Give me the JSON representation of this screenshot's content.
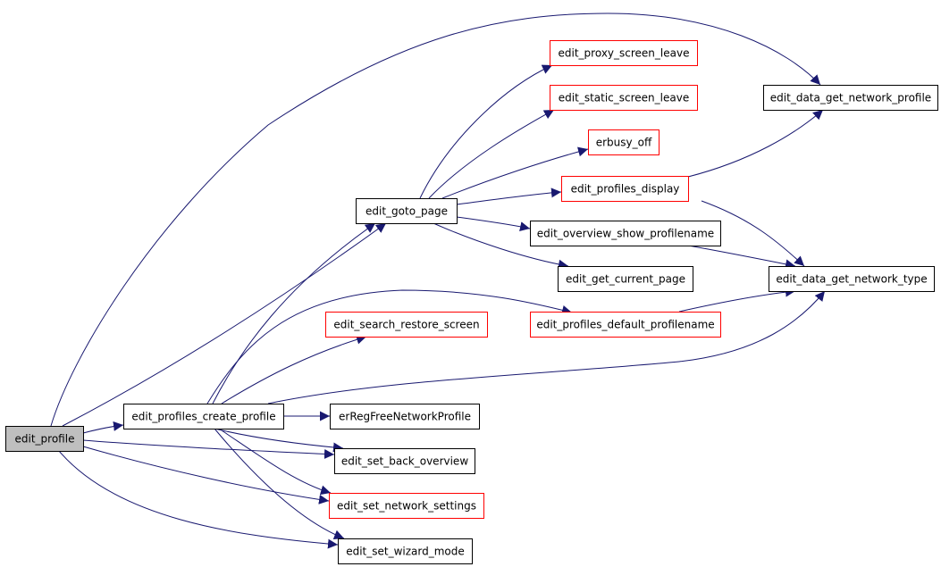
{
  "graph": {
    "type": "call-graph",
    "colors": {
      "edge": "#191970",
      "node_border_default": "#000000",
      "node_border_incomplete": "#ff0000",
      "node_fill_default": "#ffffff",
      "node_fill_root": "#bfbfbf"
    },
    "nodes": [
      {
        "id": "edit_profile",
        "label": "edit_profile",
        "style": "root"
      },
      {
        "id": "edit_profiles_create_profile",
        "label": "edit_profiles_create_profile",
        "style": "normal"
      },
      {
        "id": "edit_goto_page",
        "label": "edit_goto_page",
        "style": "normal"
      },
      {
        "id": "edit_proxy_screen_leave",
        "label": "edit_proxy_screen_leave",
        "style": "incomplete"
      },
      {
        "id": "edit_static_screen_leave",
        "label": "edit_static_screen_leave",
        "style": "incomplete"
      },
      {
        "id": "erbusy_off",
        "label": "erbusy_off",
        "style": "incomplete"
      },
      {
        "id": "edit_profiles_display",
        "label": "edit_profiles_display",
        "style": "incomplete"
      },
      {
        "id": "edit_overview_show_profilename",
        "label": "edit_overview_show_profilename",
        "style": "normal"
      },
      {
        "id": "edit_get_current_page",
        "label": "edit_get_current_page",
        "style": "normal"
      },
      {
        "id": "edit_data_get_network_profile",
        "label": "edit_data_get_network_profile",
        "style": "normal"
      },
      {
        "id": "edit_data_get_network_type",
        "label": "edit_data_get_network_type",
        "style": "normal"
      },
      {
        "id": "edit_search_restore_screen",
        "label": "edit_search_restore_screen",
        "style": "incomplete"
      },
      {
        "id": "edit_profiles_default_profilename",
        "label": "edit_profiles_default_profilename",
        "style": "incomplete"
      },
      {
        "id": "erRegFreeNetworkProfile",
        "label": "erRegFreeNetworkProfile",
        "style": "normal"
      },
      {
        "id": "edit_set_back_overview",
        "label": "edit_set_back_overview",
        "style": "normal"
      },
      {
        "id": "edit_set_network_settings",
        "label": "edit_set_network_settings",
        "style": "incomplete"
      },
      {
        "id": "edit_set_wizard_mode",
        "label": "edit_set_wizard_mode",
        "style": "normal"
      }
    ],
    "edges": [
      {
        "from": "edit_profile",
        "to": "edit_data_get_network_profile"
      },
      {
        "from": "edit_profile",
        "to": "edit_goto_page"
      },
      {
        "from": "edit_profile",
        "to": "edit_profiles_create_profile"
      },
      {
        "from": "edit_profile",
        "to": "edit_set_back_overview"
      },
      {
        "from": "edit_profile",
        "to": "edit_set_network_settings"
      },
      {
        "from": "edit_profile",
        "to": "edit_set_wizard_mode"
      },
      {
        "from": "edit_profiles_create_profile",
        "to": "edit_goto_page"
      },
      {
        "from": "edit_profiles_create_profile",
        "to": "edit_profiles_default_profilename"
      },
      {
        "from": "edit_profiles_create_profile",
        "to": "edit_search_restore_screen"
      },
      {
        "from": "edit_profiles_create_profile",
        "to": "edit_data_get_network_type"
      },
      {
        "from": "edit_profiles_create_profile",
        "to": "erRegFreeNetworkProfile"
      },
      {
        "from": "edit_profiles_create_profile",
        "to": "edit_set_back_overview"
      },
      {
        "from": "edit_profiles_create_profile",
        "to": "edit_set_network_settings"
      },
      {
        "from": "edit_profiles_create_profile",
        "to": "edit_set_wizard_mode"
      },
      {
        "from": "edit_goto_page",
        "to": "edit_proxy_screen_leave"
      },
      {
        "from": "edit_goto_page",
        "to": "edit_static_screen_leave"
      },
      {
        "from": "edit_goto_page",
        "to": "erbusy_off"
      },
      {
        "from": "edit_goto_page",
        "to": "edit_profiles_display"
      },
      {
        "from": "edit_goto_page",
        "to": "edit_overview_show_profilename"
      },
      {
        "from": "edit_goto_page",
        "to": "edit_get_current_page"
      },
      {
        "from": "edit_profiles_display",
        "to": "edit_data_get_network_profile"
      },
      {
        "from": "edit_profiles_display",
        "to": "edit_data_get_network_type"
      },
      {
        "from": "edit_overview_show_profilename",
        "to": "edit_data_get_network_type"
      },
      {
        "from": "edit_profiles_default_profilename",
        "to": "edit_data_get_network_type"
      }
    ]
  }
}
